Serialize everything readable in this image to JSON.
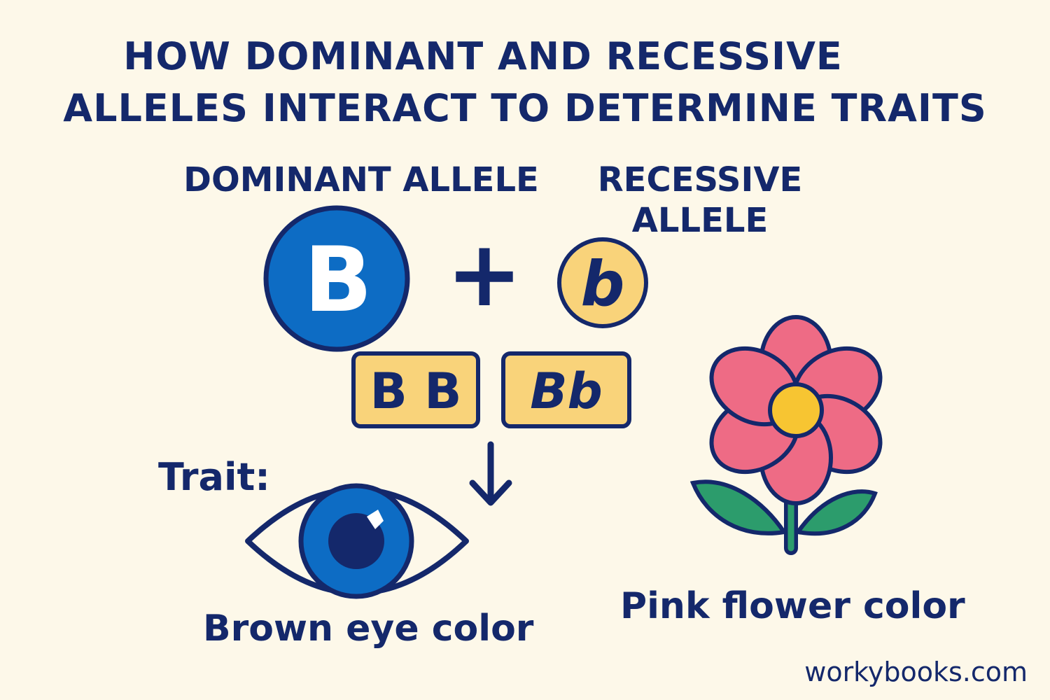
{
  "title": {
    "line1": "HOW DOMINANT AND RECESSIVE",
    "line2": "ALLELES INTERACT TO DETERMINE TRAITS"
  },
  "dominant": {
    "label": "DOMINANT ALLELE",
    "letter": "B",
    "color": "#0d6cc4"
  },
  "recessive": {
    "label_line1": "RECESSIVE",
    "label_line2": "ALLELE",
    "letter": "b",
    "color": "#f9d37a"
  },
  "operator": "+",
  "genotypes": [
    {
      "label": "B B"
    },
    {
      "label": "Bb"
    }
  ],
  "trait": {
    "label": "Trait:",
    "eye_caption": "Brown eye color",
    "flower_caption": "Pink flower color"
  },
  "colors": {
    "outline": "#14286b",
    "box_fill": "#f9d37a",
    "petal": "#ee6b85",
    "flower_center": "#f7c532",
    "leaf": "#2c9c6c",
    "iris": "#0d6cc4"
  },
  "icons": [
    "arrow-down-icon",
    "eye-icon",
    "flower-icon"
  ],
  "credit": "workybooks.com"
}
